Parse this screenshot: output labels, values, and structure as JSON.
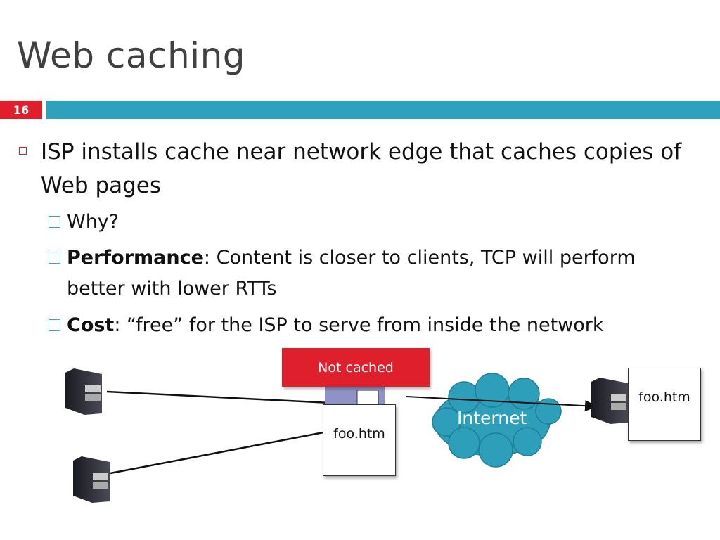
{
  "slide": {
    "title": "Web caching",
    "number": "16",
    "colors": {
      "accent_red": "#e21e2d",
      "accent_teal": "#2ea1bd",
      "cloud": "#2e9fba"
    }
  },
  "bullets": {
    "main": "ISP installs cache near network edge that caches copies of Web pages",
    "sub": [
      {
        "bold": "",
        "text": "Why?"
      },
      {
        "bold": "Performance",
        "text": ": Content is closer to clients, TCP will perform better with lower RTTs"
      },
      {
        "bold": "Cost",
        "text": ": “free” for the ISP to serve from inside the network"
      }
    ]
  },
  "diagram": {
    "status_label": "Not cached",
    "cache_doc": "foo.htm",
    "origin_doc": "foo.htm",
    "cloud_label": "Internet",
    "icons": [
      "client-computer-icon",
      "client-computer-icon",
      "cache-server-icon",
      "origin-server-icon",
      "internet-cloud-icon",
      "document-icon"
    ]
  }
}
